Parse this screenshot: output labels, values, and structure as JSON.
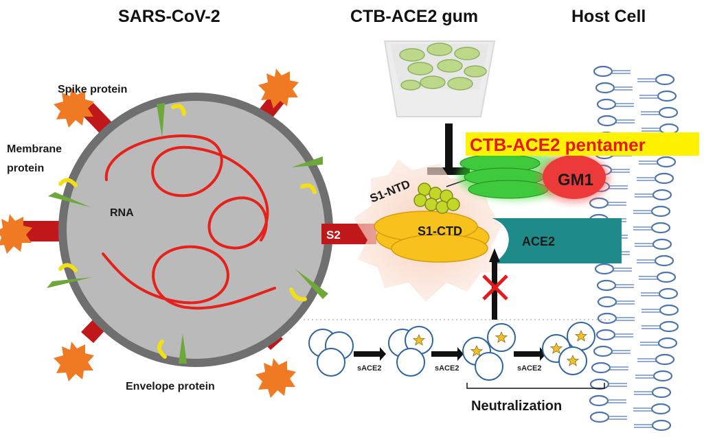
{
  "titles": {
    "virus": "SARS-CoV-2",
    "gum": "CTB-ACE2 gum",
    "host": "Host Cell"
  },
  "labels": {
    "spike": "Spike protein",
    "membrane_line1": "Membrane",
    "membrane_line2": "protein",
    "rna": "RNA",
    "envelope": "Envelope protein",
    "s2": "S2",
    "s1_ntd": "S1-NTD",
    "s1_ctd": "S1-CTD",
    "ace2": "ACE2",
    "gm1": "GM1",
    "pentamer": "CTB-ACE2 pentamer",
    "neutralization": "Neutralization",
    "sace2": "sACE2"
  },
  "colors": {
    "virus_body": "#b9b9b9",
    "virus_rim": "#6f6f6f",
    "rna": "#e8201a",
    "spike_stalk": "#c0181a",
    "spike_head": "#f07a24",
    "membrane_protein": "#6fa83a",
    "envelope_protein": "#f5e21a",
    "s1_domain": "#f7c21c",
    "ctb_green": "#3fc93c",
    "gm1_red": "#ec3a3a",
    "ace2_teal": "#1f8a8a",
    "pentamer_highlight": "#fff200",
    "pentamer_text": "#e8191a",
    "membrane_line": "#5b7fb5",
    "block_x": "#e8191a"
  }
}
